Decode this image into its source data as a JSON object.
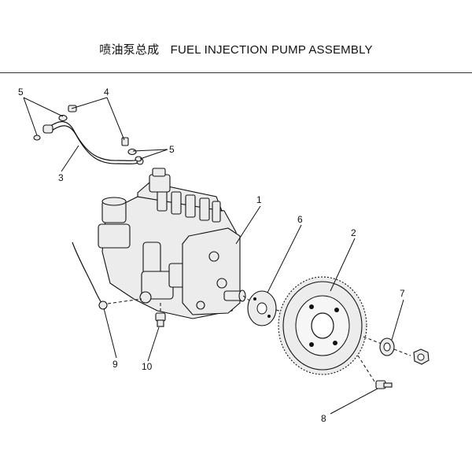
{
  "header": {
    "title_cn": "喷油泵总成",
    "title_en": "FUEL INJECTION PUMP ASSEMBLY"
  },
  "callouts": [
    {
      "id": "1",
      "label": "1"
    },
    {
      "id": "2",
      "label": "2"
    },
    {
      "id": "3",
      "label": "3"
    },
    {
      "id": "4",
      "label": "4"
    },
    {
      "id": "5a",
      "label": "5"
    },
    {
      "id": "5b",
      "label": "5"
    },
    {
      "id": "6",
      "label": "6"
    },
    {
      "id": "7",
      "label": "7"
    },
    {
      "id": "8",
      "label": "8"
    },
    {
      "id": "9",
      "label": "9"
    },
    {
      "id": "10",
      "label": "10"
    }
  ]
}
